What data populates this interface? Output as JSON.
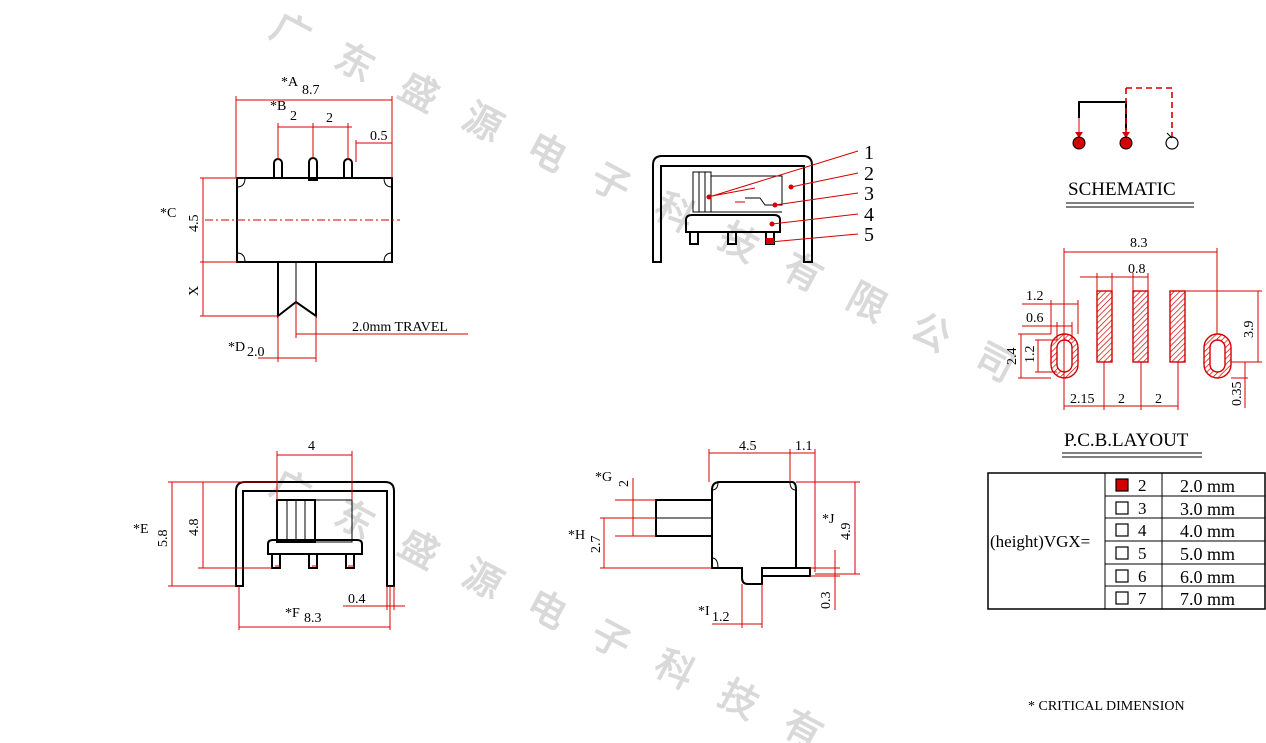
{
  "watermark": "广东盛源电子科技有限公司",
  "watermark_upper": [
    "广",
    "东",
    "盛",
    "源",
    "电",
    "子",
    "科",
    "技",
    "有",
    "限",
    "公",
    "司"
  ],
  "watermark_lower": [
    "广",
    "东",
    "盛",
    "源",
    "电",
    "子",
    "科",
    "技",
    "有"
  ],
  "top_view": {
    "dim_a": "*A",
    "dim_a_val": "8.7",
    "dim_b": "*B",
    "dim_b_val": "2",
    "dim_b2_val": "2",
    "dim_05": "0.5",
    "dim_c": "*C",
    "dim_c_val": "4.5",
    "dim_x": "X",
    "travel": "2.0mm TRAVEL",
    "dim_d": "*D",
    "dim_d_val": "2.0"
  },
  "section_view": {
    "callouts": [
      "1",
      "2",
      "3",
      "4",
      "5"
    ]
  },
  "front_view": {
    "dim_4": "4",
    "dim_e": "*E",
    "dim_e_val": "5.8",
    "dim_48": "4.8",
    "dim_04": "0.4",
    "dim_f": "*F",
    "dim_f_val": "8.3"
  },
  "side_view": {
    "dim_45": "4.5",
    "dim_11": "1.1",
    "dim_g": "*G",
    "dim_g_val": "2",
    "dim_h": "*H",
    "dim_h_val": "2.7",
    "dim_j": "*J",
    "dim_j_val": "4.9",
    "dim_i": "*I",
    "dim_i_val": "1.2",
    "dim_03": "0.3"
  },
  "schematic": {
    "title": "SCHEMATIC"
  },
  "pcb": {
    "title": "P.C.B.LAYOUT",
    "dim_83": "8.3",
    "dim_08": "0.8",
    "dim_12a": "1.2",
    "dim_06": "0.6",
    "dim_24": "2.4",
    "dim_12b": "1.2",
    "dim_39": "3.9",
    "dim_035": "0.35",
    "dim_215": "2.15",
    "dim_2a": "2",
    "dim_2b": "2"
  },
  "height_table": {
    "label": "(height)VGX=",
    "rows": [
      {
        "code": "2",
        "value": "2.0 mm",
        "selected": true
      },
      {
        "code": "3",
        "value": "3.0 mm",
        "selected": false
      },
      {
        "code": "4",
        "value": "4.0 mm",
        "selected": false
      },
      {
        "code": "5",
        "value": "5.0 mm",
        "selected": false
      },
      {
        "code": "6",
        "value": "6.0 mm",
        "selected": false
      },
      {
        "code": "7",
        "value": "7.0 mm",
        "selected": false
      }
    ]
  },
  "footnote": "* CRITICAL  DIMENSION",
  "colors": {
    "dimension": "#d40000",
    "watermark": "#d9d9d9",
    "outline": "#000000"
  }
}
